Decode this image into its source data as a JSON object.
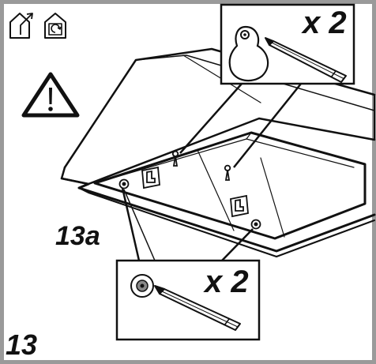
{
  "figure": {
    "step_number": "13",
    "sub_step_label": "13a",
    "top_callout": {
      "quantity_label": "x 2"
    },
    "bottom_callout": {
      "quantity_label": "x 2"
    },
    "icons": [
      "house-exhaust-icon",
      "house-recirculation-icon",
      "warning-triangle-icon"
    ]
  }
}
